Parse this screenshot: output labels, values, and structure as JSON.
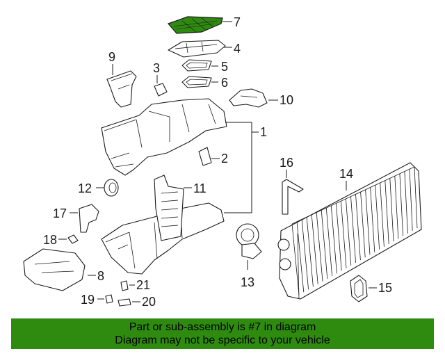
{
  "colors": {
    "highlight": "#2e8b0f",
    "banner": "#2e8b0f",
    "ink": "#1a1a1a"
  },
  "callouts": [
    {
      "id": "7",
      "label": "7",
      "highlighted": true
    },
    {
      "id": "4",
      "label": "4"
    },
    {
      "id": "5",
      "label": "5"
    },
    {
      "id": "6",
      "label": "6"
    },
    {
      "id": "9",
      "label": "9"
    },
    {
      "id": "3",
      "label": "3"
    },
    {
      "id": "10",
      "label": "10"
    },
    {
      "id": "1",
      "label": "1"
    },
    {
      "id": "2",
      "label": "2"
    },
    {
      "id": "16",
      "label": "16"
    },
    {
      "id": "14",
      "label": "14"
    },
    {
      "id": "12",
      "label": "12"
    },
    {
      "id": "11",
      "label": "11"
    },
    {
      "id": "17",
      "label": "17"
    },
    {
      "id": "18",
      "label": "18"
    },
    {
      "id": "8",
      "label": "8"
    },
    {
      "id": "13",
      "label": "13"
    },
    {
      "id": "21",
      "label": "21"
    },
    {
      "id": "19",
      "label": "19"
    },
    {
      "id": "20",
      "label": "20"
    },
    {
      "id": "15",
      "label": "15"
    }
  ],
  "banner": {
    "line1": "Part or sub-assembly is #7 in diagram",
    "line2": "Diagram may not be specific to your vehicle"
  }
}
